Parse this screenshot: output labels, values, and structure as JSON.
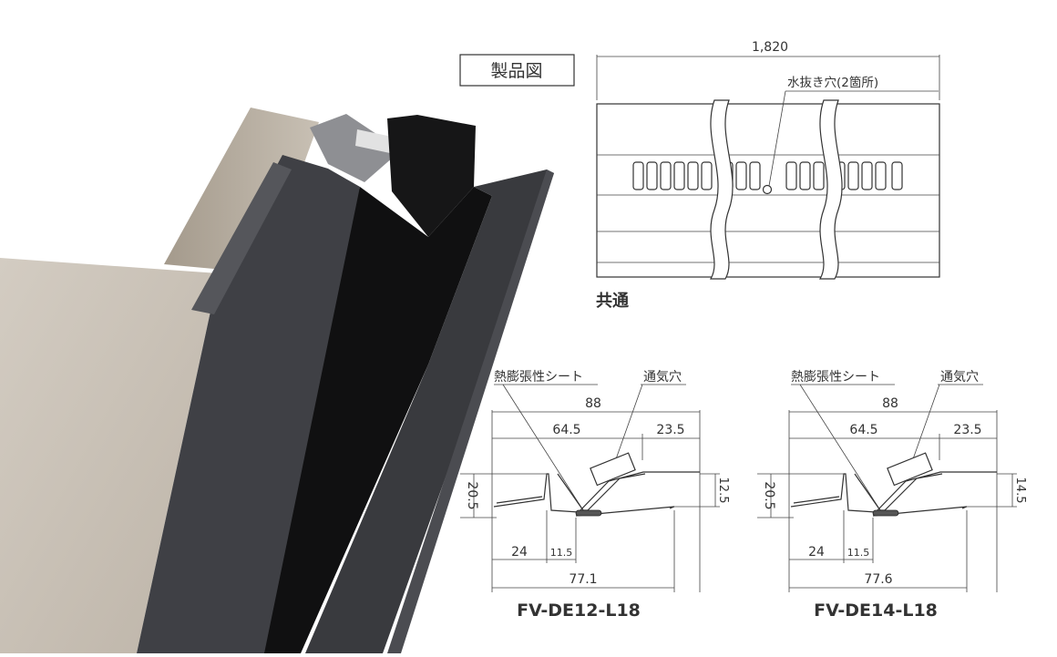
{
  "product_drawing": {
    "title": "製品図",
    "length_label": "1,820",
    "drain_hole_label": "水抜き穴(2箇所)",
    "common_label": "共通"
  },
  "sections": [
    {
      "model": "FV-DE12-L18",
      "sheet_label": "熱膨張性シート",
      "vent_label": "通気穴",
      "dim_total_width": "88",
      "dim_left": "64.5",
      "dim_right": "23.5",
      "dim_height_left": "20.5",
      "dim_height_right": "12.5",
      "dim_bottom_a": "24",
      "dim_bottom_b": "11.5",
      "dim_bottom_total": "77.1"
    },
    {
      "model": "FV-DE14-L18",
      "sheet_label": "熱膨張性シート",
      "vent_label": "通気穴",
      "dim_total_width": "88",
      "dim_left": "64.5",
      "dim_right": "23.5",
      "dim_height_left": "20.5",
      "dim_height_right": "14.5",
      "dim_bottom_a": "24",
      "dim_bottom_b": "11.5",
      "dim_bottom_total": "77.6"
    }
  ],
  "colors": {
    "profile_dark": "#3a3b3f",
    "profile_black": "#121213",
    "wall_beige": "#c9c1b6"
  }
}
